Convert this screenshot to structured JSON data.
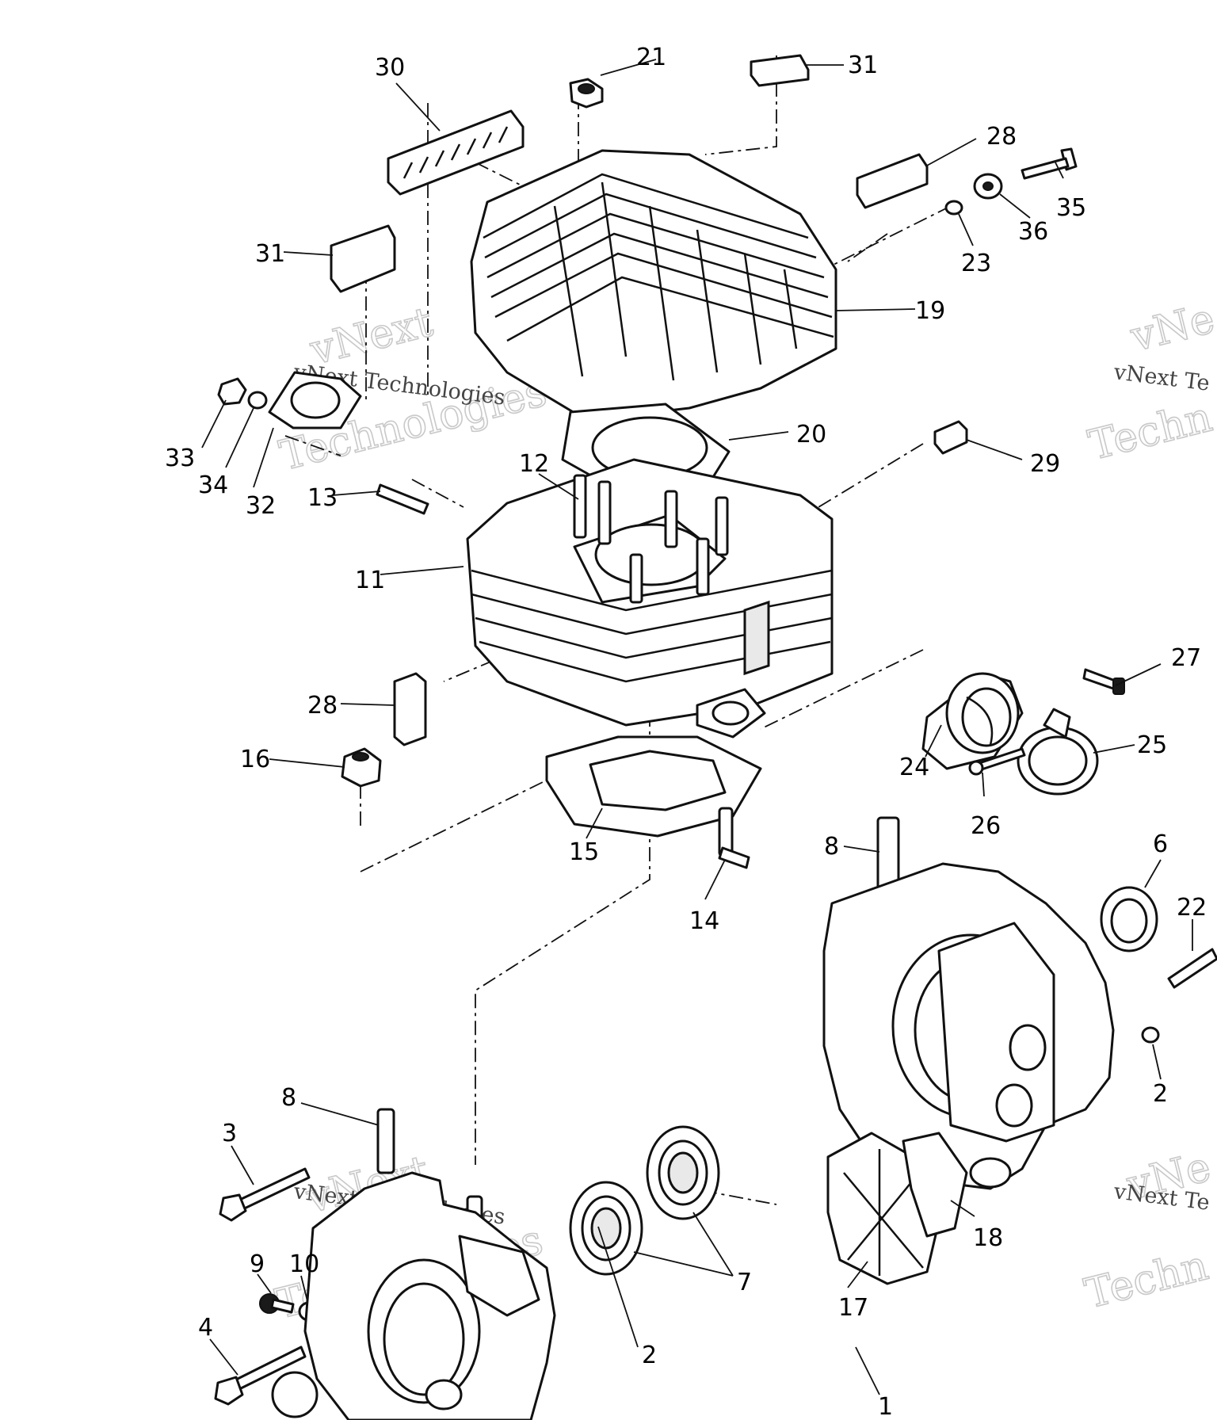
{
  "watermark": {
    "line1": "vNext",
    "line2": "Technologies",
    "caption": "vNext Technologies",
    "caption_partial": "vNext Te",
    "big_partial_1": "vNe",
    "big_partial_2": "Techn"
  },
  "labels": [
    {
      "id": "l30",
      "text": "30"
    },
    {
      "id": "l21",
      "text": "21"
    },
    {
      "id": "l31a",
      "text": "31"
    },
    {
      "id": "l28a",
      "text": "28"
    },
    {
      "id": "l35",
      "text": "35"
    },
    {
      "id": "l36",
      "text": "36"
    },
    {
      "id": "l23",
      "text": "23"
    },
    {
      "id": "l31b",
      "text": "31"
    },
    {
      "id": "l19",
      "text": "19"
    },
    {
      "id": "l33",
      "text": "33"
    },
    {
      "id": "l34",
      "text": "34"
    },
    {
      "id": "l32",
      "text": "32"
    },
    {
      "id": "l20",
      "text": "20"
    },
    {
      "id": "l29",
      "text": "29"
    },
    {
      "id": "l12",
      "text": "12"
    },
    {
      "id": "l13",
      "text": "13"
    },
    {
      "id": "l11",
      "text": "11"
    },
    {
      "id": "l27",
      "text": "27"
    },
    {
      "id": "l28b",
      "text": "28"
    },
    {
      "id": "l25",
      "text": "25"
    },
    {
      "id": "l24",
      "text": "24"
    },
    {
      "id": "l16",
      "text": "16"
    },
    {
      "id": "l26",
      "text": "26"
    },
    {
      "id": "l15",
      "text": "15"
    },
    {
      "id": "l8a",
      "text": "8"
    },
    {
      "id": "l6",
      "text": "6"
    },
    {
      "id": "l14",
      "text": "14"
    },
    {
      "id": "l22",
      "text": "22"
    },
    {
      "id": "l2a",
      "text": "2"
    },
    {
      "id": "l8b",
      "text": "8"
    },
    {
      "id": "l3",
      "text": "3"
    },
    {
      "id": "l18",
      "text": "18"
    },
    {
      "id": "l9",
      "text": "9"
    },
    {
      "id": "l10",
      "text": "10"
    },
    {
      "id": "l7",
      "text": "7"
    },
    {
      "id": "l17",
      "text": "17"
    },
    {
      "id": "l4",
      "text": "4"
    },
    {
      "id": "l2b",
      "text": "2"
    },
    {
      "id": "l1",
      "text": "1"
    }
  ]
}
